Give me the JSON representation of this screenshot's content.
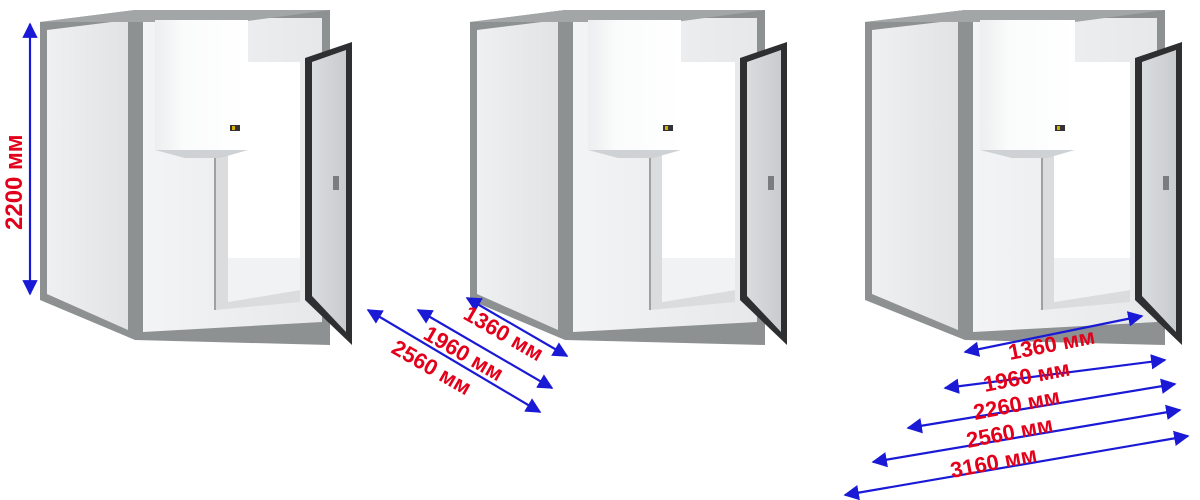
{
  "colors": {
    "accent_arrow": "#1a1ad6",
    "label": "#e3001b",
    "frame": "#8e9192",
    "panel": "#e9ebec",
    "unit_body": "#f7f8f9",
    "door": "#2d2f31"
  },
  "rooms": [
    {
      "name": "left-room",
      "height_label": "2200 мм"
    },
    {
      "name": "middle-room",
      "dimensions": [
        "1360 мм",
        "1960 мм",
        "2560 мм"
      ]
    },
    {
      "name": "right-room",
      "dimensions": [
        "1360 мм",
        "1960 мм",
        "2260 мм",
        "2560 мм",
        "3160 мм"
      ]
    }
  ]
}
